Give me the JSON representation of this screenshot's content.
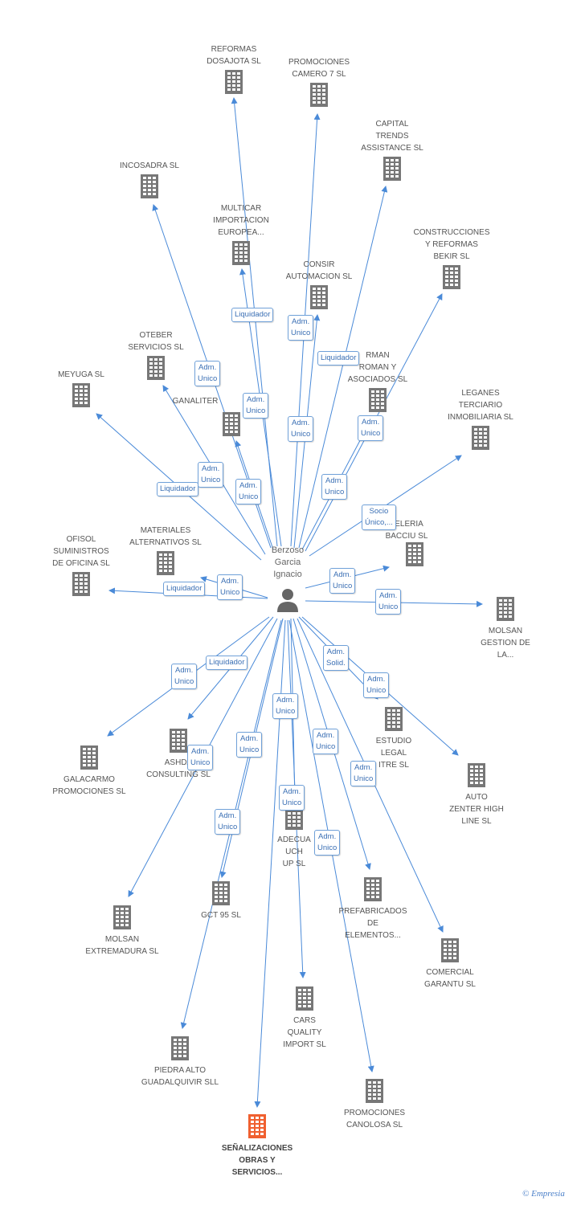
{
  "center": {
    "name": "Berzoso\nGarcia\nIgnacio"
  },
  "companies": [
    {
      "id": "reformas",
      "label": "REFORMAS\nDOSAJOTA SL",
      "highlight": false
    },
    {
      "id": "promo7",
      "label": "PROMOCIONES\nCAMERO 7 SL",
      "highlight": false
    },
    {
      "id": "capital",
      "label": "CAPITAL\nTRENDS\nASSISTANCE SL",
      "highlight": false
    },
    {
      "id": "incosadra",
      "label": "INCOSADRA SL",
      "highlight": false
    },
    {
      "id": "multicar",
      "label": "MULTICAR\nIMPORTACION\nEUROPEA...",
      "highlight": false
    },
    {
      "id": "construcciones",
      "label": "CONSTRUCCIONES\nY REFORMAS\nBEKIR SL",
      "highlight": false
    },
    {
      "id": "consir",
      "label": "CONSIR\nAUTOMACION SL",
      "highlight": false
    },
    {
      "id": "oteber",
      "label": "OTEBER\nSERVICIOS  SL",
      "highlight": false
    },
    {
      "id": "rman",
      "label": "RMAN\nROMAN Y\nASOCIADOS SL",
      "highlight": false
    },
    {
      "id": "meyuga",
      "label": "MEYUGA SL",
      "highlight": false
    },
    {
      "id": "ganaliter",
      "label": "GANALITER",
      "highlight": false
    },
    {
      "id": "leganes",
      "label": "LEGANES\nTERCIARIO\nINMOBILIARIA SL",
      "highlight": false
    },
    {
      "id": "materiales",
      "label": "MATERIALES\nALTERNATIVOS SL",
      "highlight": false
    },
    {
      "id": "ofisol",
      "label": "OFISOL\nSUMINISTROS\nDE OFICINA SL",
      "highlight": false
    },
    {
      "id": "teleria",
      "label": "TELERIA\nBACCIU  SL",
      "highlight": false
    },
    {
      "id": "molsan_gestion",
      "label": "MOLSAN\nGESTION DE\nLA...",
      "highlight": false
    },
    {
      "id": "galacarmo",
      "label": "GALACARMO\nPROMOCIONES SL",
      "highlight": false
    },
    {
      "id": "ashda",
      "label": "ASHDA\nCONSULTING SL",
      "highlight": false
    },
    {
      "id": "estudio",
      "label": "ESTUDIO\nLEGAL\nITRE SL",
      "highlight": false
    },
    {
      "id": "auto",
      "label": "AUTO\nZENTER HIGH\nLINE SL",
      "highlight": false
    },
    {
      "id": "adecua",
      "label": "ADECUA\nUCH\nUP SL",
      "highlight": false
    },
    {
      "id": "gct",
      "label": "GCT 95 SL",
      "highlight": false
    },
    {
      "id": "molsan_ext",
      "label": "MOLSAN\nEXTREMADURA SL",
      "highlight": false
    },
    {
      "id": "prefabricados",
      "label": "PREFABRICADOS\nDE\nELEMENTOS...",
      "highlight": false
    },
    {
      "id": "comercial",
      "label": "COMERCIAL\nGARANTU SL",
      "highlight": false
    },
    {
      "id": "cars",
      "label": "CARS\nQUALITY\nIMPORT SL",
      "highlight": false
    },
    {
      "id": "piedra",
      "label": "PIEDRA ALTO\nGUADALQUIVIR SLL",
      "highlight": false
    },
    {
      "id": "promo_canolosa",
      "label": "PROMOCIONES\nCANOLOSA SL",
      "highlight": false
    },
    {
      "id": "senalizaciones",
      "label": "SEÑALIZACIONES\nOBRAS Y\nSERVICIOS...",
      "highlight": true
    }
  ],
  "relations": [
    {
      "label": "Liquidador"
    },
    {
      "label": "Adm.\nUnico"
    },
    {
      "label": "Liquidador"
    },
    {
      "label": "Adm.\nUnico"
    },
    {
      "label": "Adm.\nUnico"
    },
    {
      "label": "Adm.\nUnico"
    },
    {
      "label": "Adm.\nUnico"
    },
    {
      "label": "Adm.\nUnico"
    },
    {
      "label": "Liquidador"
    },
    {
      "label": "Adm.\nUnico"
    },
    {
      "label": "Adm.\nUnico"
    },
    {
      "label": "Socio\nÚnico,..."
    },
    {
      "label": "Adm.\nUnico"
    },
    {
      "label": "Liquidador"
    },
    {
      "label": "Adm.\nUnico"
    },
    {
      "label": "Adm.\nUnico"
    },
    {
      "label": "Adm.\nSolid."
    },
    {
      "label": "Adm.\nUnico"
    },
    {
      "label": "Adm.\nUnico"
    },
    {
      "label": "Liquidador"
    },
    {
      "label": "Adm.\nUnico"
    },
    {
      "label": "Adm.\nUnico"
    },
    {
      "label": "Adm.\nUnico"
    },
    {
      "label": "Adm.\nUnico"
    },
    {
      "label": "Adm.\nUnico"
    },
    {
      "label": "Adm.\nUnico"
    },
    {
      "label": "Adm.\nUnico"
    },
    {
      "label": "Adm.\nUnico"
    }
  ],
  "footer": {
    "copyright": "©",
    "brand": "Empresia"
  },
  "colors": {
    "edge": "#4a8ad8",
    "building": "#777777",
    "highlight": "#f06030",
    "person": "#666666"
  }
}
